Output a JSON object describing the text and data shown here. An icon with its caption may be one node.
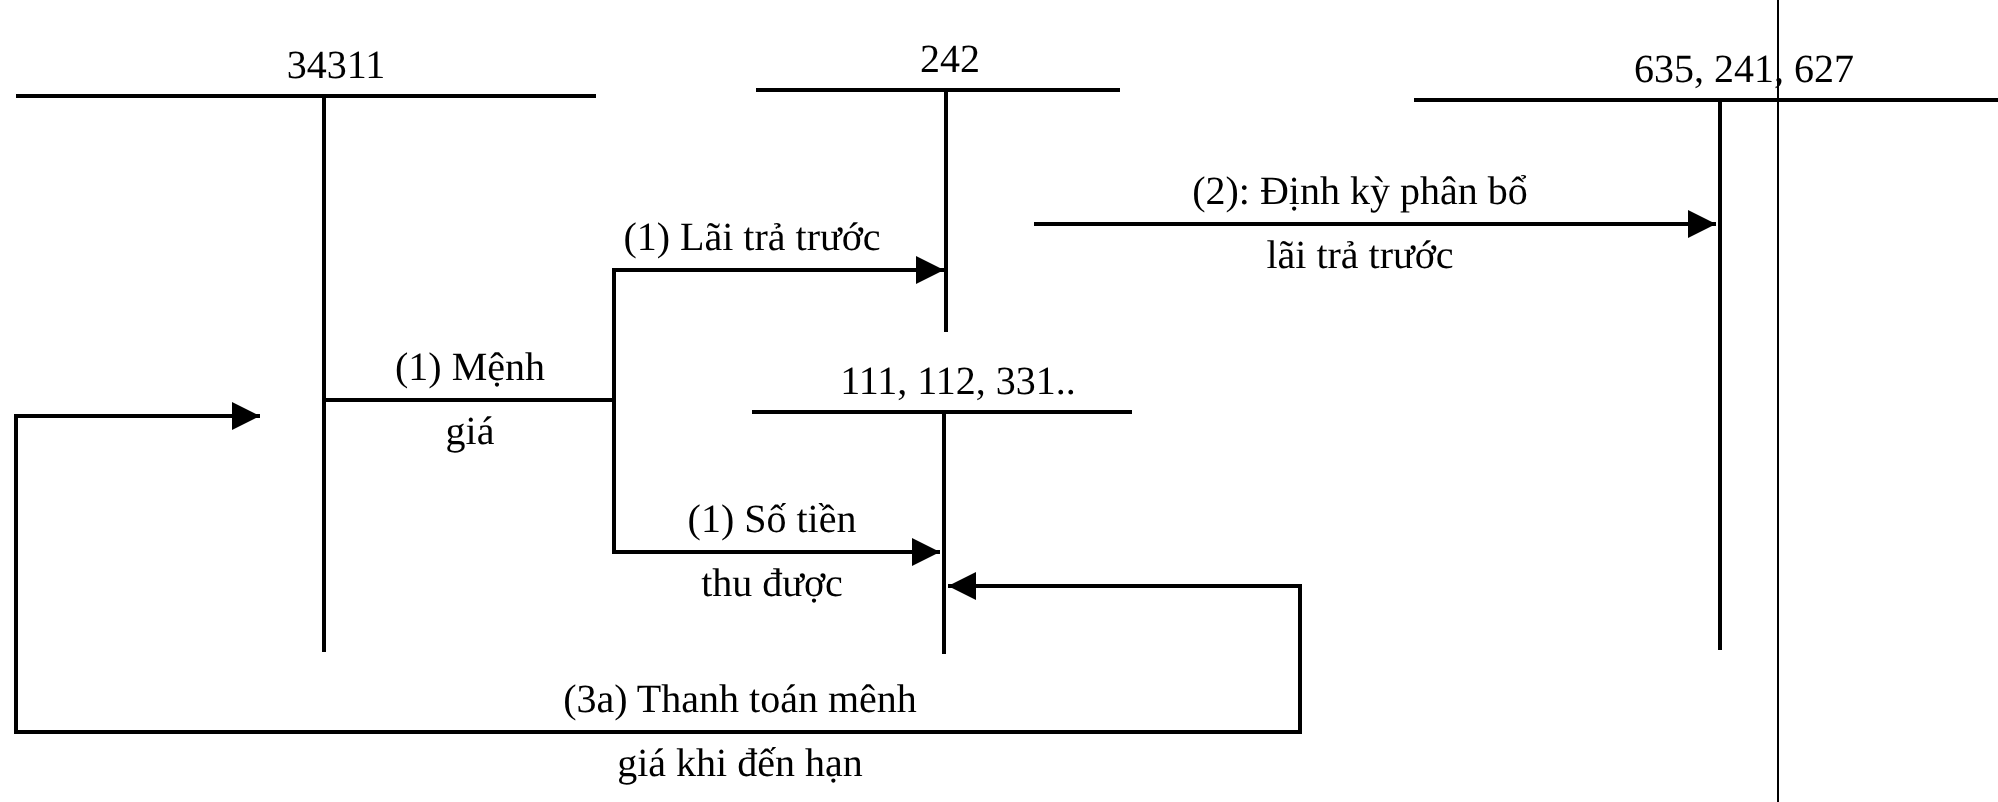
{
  "diagram": {
    "nodes": [
      {
        "text": [
          "34311"
        ]
      },
      {
        "text": [
          "242"
        ]
      },
      {
        "text": [
          "111, 112, 331.."
        ]
      },
      {
        "text": [
          "635, 241, 627"
        ]
      }
    ],
    "edges": [
      {
        "from": 0,
        "to": 1,
        "arrow": "to",
        "label": "(1) Lãi trả trước"
      },
      {
        "from": 0,
        "to": 2,
        "arrow": "to",
        "label": "(1) Số tiền thu được"
      },
      {
        "from": 1,
        "to": 3,
        "arrow": "to",
        "label": "(2): Định kỳ phân bổ lãi trả trước"
      },
      {
        "from": 2,
        "to": 0,
        "arrow": "both",
        "label": "(3a) Thanh toán mênh giá khi đến hạn"
      }
    ],
    "labels": [
      "(1) Mệnh giá"
    ]
  }
}
